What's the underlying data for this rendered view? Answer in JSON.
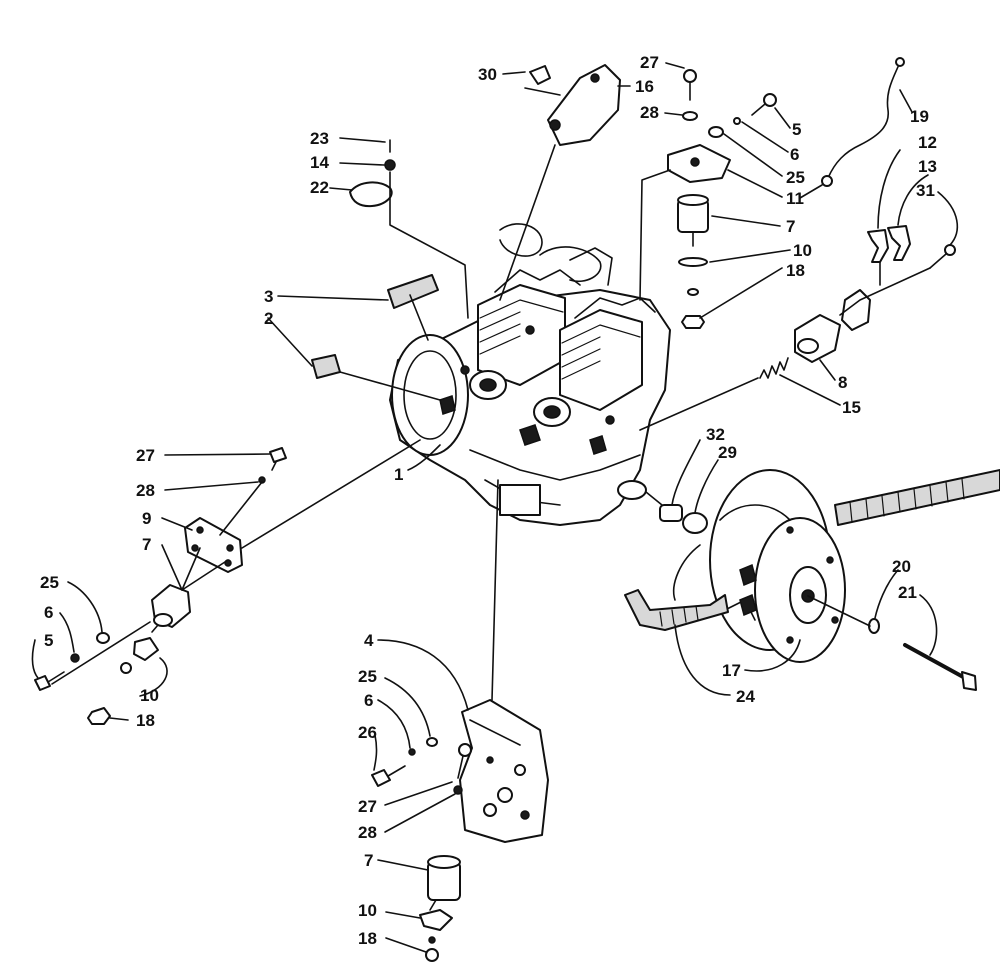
{
  "diagram": {
    "callouts": [
      {
        "key": "30",
        "text": "30"
      },
      {
        "key": "16",
        "text": "16"
      },
      {
        "key": "27a",
        "text": "27"
      },
      {
        "key": "28a",
        "text": "28"
      },
      {
        "key": "5a",
        "text": "5"
      },
      {
        "key": "6a",
        "text": "6"
      },
      {
        "key": "25a",
        "text": "25"
      },
      {
        "key": "11",
        "text": "11"
      },
      {
        "key": "7a",
        "text": "7"
      },
      {
        "key": "10a",
        "text": "10"
      },
      {
        "key": "18a",
        "text": "18"
      },
      {
        "key": "19",
        "text": "19"
      },
      {
        "key": "12",
        "text": "12"
      },
      {
        "key": "13",
        "text": "13"
      },
      {
        "key": "31",
        "text": "31"
      },
      {
        "key": "23",
        "text": "23"
      },
      {
        "key": "14",
        "text": "14"
      },
      {
        "key": "22",
        "text": "22"
      },
      {
        "key": "3",
        "text": "3"
      },
      {
        "key": "2",
        "text": "2"
      },
      {
        "key": "8",
        "text": "8"
      },
      {
        "key": "15",
        "text": "15"
      },
      {
        "key": "1",
        "text": "1"
      },
      {
        "key": "32",
        "text": "32"
      },
      {
        "key": "29",
        "text": "29"
      },
      {
        "key": "27b",
        "text": "27"
      },
      {
        "key": "28b",
        "text": "28"
      },
      {
        "key": "9",
        "text": "9"
      },
      {
        "key": "7b",
        "text": "7"
      },
      {
        "key": "25b",
        "text": "25"
      },
      {
        "key": "6b",
        "text": "6"
      },
      {
        "key": "5b",
        "text": "5"
      },
      {
        "key": "10b",
        "text": "10"
      },
      {
        "key": "18b",
        "text": "18"
      },
      {
        "key": "20",
        "text": "20"
      },
      {
        "key": "21",
        "text": "21"
      },
      {
        "key": "17",
        "text": "17"
      },
      {
        "key": "24",
        "text": "24"
      },
      {
        "key": "4",
        "text": "4"
      },
      {
        "key": "25c",
        "text": "25"
      },
      {
        "key": "6c",
        "text": "6"
      },
      {
        "key": "26",
        "text": "26"
      },
      {
        "key": "27c",
        "text": "27"
      },
      {
        "key": "28c",
        "text": "28"
      },
      {
        "key": "7c",
        "text": "7"
      },
      {
        "key": "10c",
        "text": "10"
      },
      {
        "key": "18c",
        "text": "18"
      }
    ]
  }
}
